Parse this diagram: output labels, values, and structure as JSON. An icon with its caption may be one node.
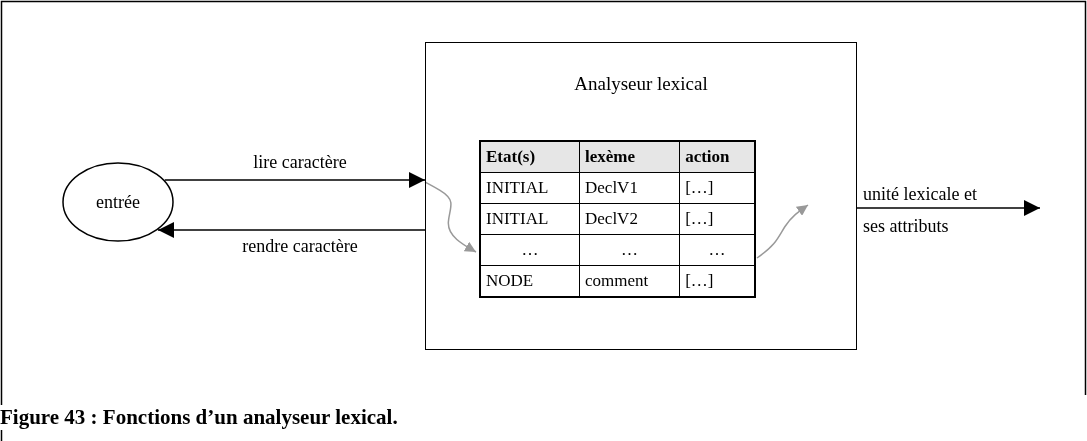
{
  "diagram": {
    "caption": "Figure 43 : Fonctions d’un analyseur lexical.",
    "nodes": [
      {
        "text": [
          "entrée"
        ]
      },
      {
        "text": [
          "Analyseur lexical"
        ]
      },
      {
        "text": [],
        "shape": "table",
        "in": 1
      }
    ],
    "edges": [
      {
        "from": 0,
        "to": 1,
        "arrow": "to",
        "label": "lire caractère"
      },
      {
        "from": 1,
        "to": 0,
        "arrow": "to",
        "label": "rendre caractère"
      },
      {
        "from": 1,
        "to": null,
        "arrow": "to",
        "label": "unité lexicale et ses attributs"
      },
      {
        "from": null,
        "to": 2,
        "arrow": "to",
        "color": "#999999"
      },
      {
        "from": 2,
        "to": null,
        "arrow": "to",
        "color": "#999999"
      }
    ],
    "labels": [
      "Etat(s)",
      "lexème",
      "action",
      "INITIAL",
      "DeclV1",
      "[…]",
      "INITIAL",
      "DeclV2",
      "[…]",
      "…",
      "…",
      "…",
      "NODE",
      "comment",
      "[…]"
    ]
  }
}
